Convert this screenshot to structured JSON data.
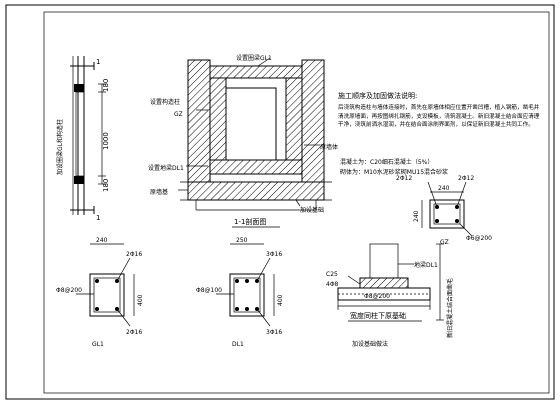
{
  "sheet": {
    "section_title": "1-1剖面图",
    "section_mark_top": "1",
    "section_mark_bottom": "1",
    "elevation_caption": "加设圈梁GL和构造柱",
    "notes_title": "施工顺序及加固做法说明:",
    "notes_body": "后浇筑构造柱与墙体连接时，首先在原墙体相应位置开凿凹槽，植入钢筋，凿毛并清洗原墙面，再按图绑扎钢筋，支设模板，浇筑混凝土。新旧混凝土结合面应清理干净，浇筑前洒水湿润，并在结合面涂刷界面剂，以保证新旧混凝土共同工作。",
    "concrete_note": "混凝土为：C20细石混凝土（5%）",
    "masonry_note": "砌体为：M10水泥砂浆砌MU15混合砂浆",
    "new_beam_label": "设置地梁DL1",
    "col_label": "设置构造柱",
    "col_code": "GZ",
    "top_beam_label": "设置圈梁GL1",
    "existing_wall": "原墙体",
    "existing_label": "原墙基",
    "foundation_label": "加设基础",
    "dim_180_top": "180",
    "dim_1000": "1000",
    "dim_180_bot": "180",
    "gz": {
      "w": "240",
      "h": "240",
      "top": "2Φ12",
      "bot": "2Φ12",
      "stirrup": "Φ6@200",
      "name": "GZ"
    },
    "gl": {
      "w": "240",
      "h": "400",
      "top": "2Φ16",
      "bot": "2Φ16",
      "stirrup": "Φ8@200",
      "name": "GL1"
    },
    "dl": {
      "w": "250",
      "h": "400",
      "top": "3Φ16",
      "bot": "3Φ16",
      "stirrup": "Φ8@100",
      "name": "DL1"
    },
    "fd": {
      "grade": "C25",
      "tie": "4Φ8",
      "beam": "地梁DL1",
      "rebar": "Φ8@200",
      "caption": "宽度同柱下原基础",
      "name": "加设基础做法",
      "side": "新旧混凝土结合面凿毛"
    }
  }
}
